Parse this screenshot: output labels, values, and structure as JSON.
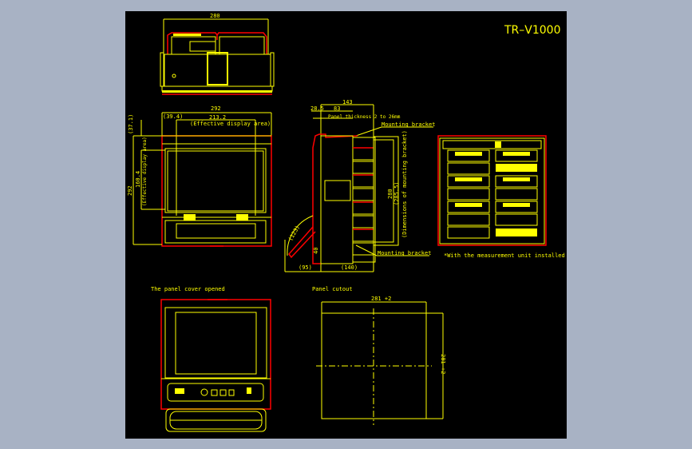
{
  "drawing": {
    "title": "TR–V1000",
    "colors": {
      "line": "#ffff00",
      "outline": "#ff0000",
      "background": "#000000",
      "viewer_background": "#a8b2c4"
    },
    "top_view": {
      "width": "280"
    },
    "front_view": {
      "width": "292",
      "left_offset": "(39.4)",
      "display_width": "213.2",
      "display_width_label": "(Effective display area)",
      "top_offset": "(37.1)",
      "height": "292",
      "display_height": "160.4",
      "display_height_label": "(Effective display area)"
    },
    "side_view": {
      "depth": "143",
      "front_depth": "28.5",
      "panel_depth": "83",
      "panel_thickness": "Panel thickness 2 to 26mm",
      "mounting_bracket_top": "Mounting bracket",
      "mounting_bracket_bottom": "Mounting bracket",
      "bracket_height": "280",
      "bracket_height_ref": "(285.5)",
      "bracket_label": "(Dimensions of mounting bracket)",
      "cover_radius": "(123)",
      "cover_offset": "40",
      "cover_depth": "(95)",
      "body_depth": "(140)"
    },
    "rear_view": {
      "note": "*With the measurement unit installed"
    },
    "open_cover_view": {
      "label": "The panel cover opened"
    },
    "panel_cutout": {
      "label": "Panel cutout",
      "width": "281 +2",
      "height": "281 +2"
    }
  }
}
